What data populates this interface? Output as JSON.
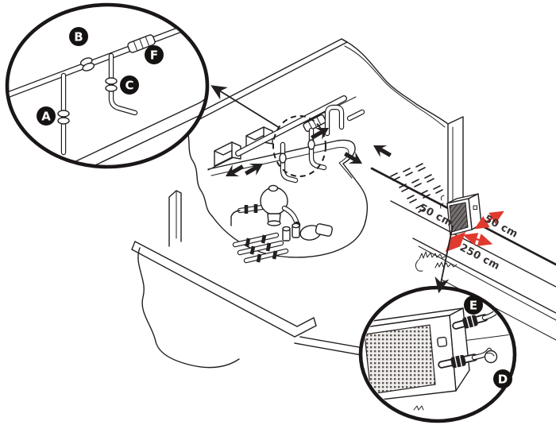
{
  "figure": {
    "kind": "pool-heat-pump-installation-diagram",
    "description": "Isometric cutaway of a pool installation with plumbing detail and heat-pump clearance distances"
  },
  "callouts": {
    "plumbing_detail": {
      "labels": [
        "A",
        "B",
        "C",
        "F"
      ]
    },
    "unit_detail": {
      "labels": [
        "E",
        "D"
      ]
    }
  },
  "dimensions": {
    "left": "50 cm",
    "right": "50 cm",
    "front": "250 cm"
  },
  "colors": {
    "line": "#231f20",
    "dimension_arrow": "#e0392e",
    "badge_bg": "#151211",
    "badge_text": "#ffffff"
  }
}
